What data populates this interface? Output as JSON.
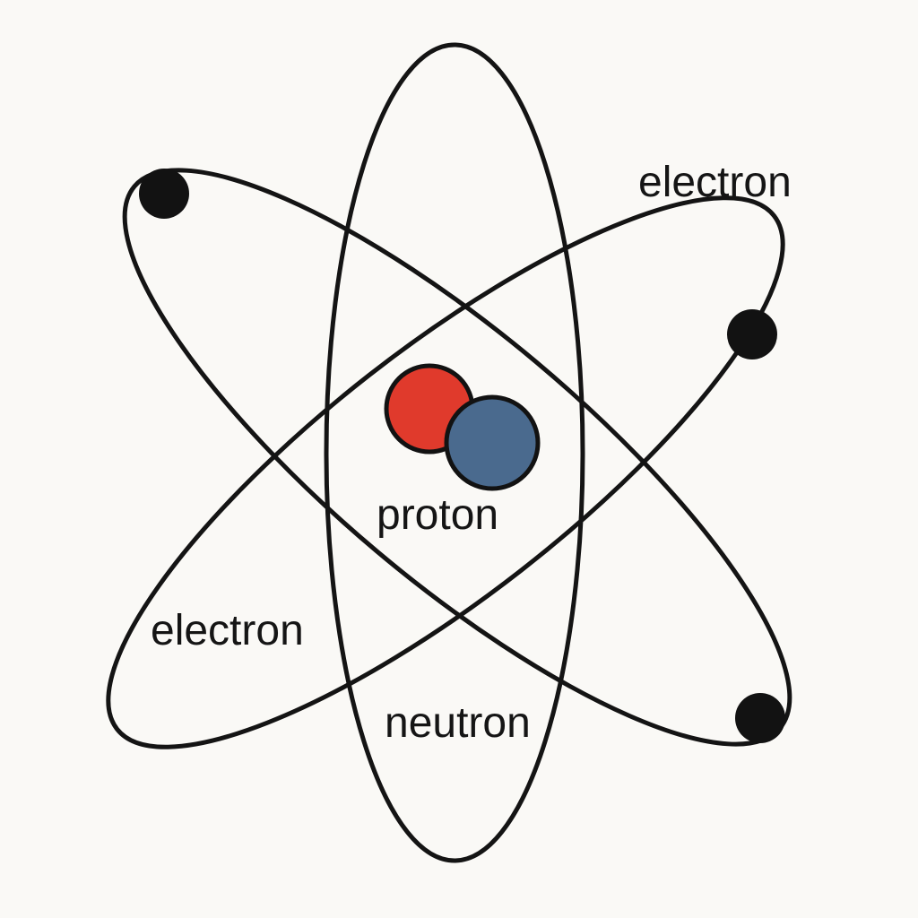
{
  "labels": {
    "electron_top": "electron",
    "electron_left": "electron",
    "proton": "proton",
    "neutron": "neutron"
  },
  "colors": {
    "background": "#faf9f6",
    "line": "#141414",
    "electron": "#121212",
    "proton_particle": "#e03a2c",
    "neutron_particle": "#4a6a8e"
  }
}
